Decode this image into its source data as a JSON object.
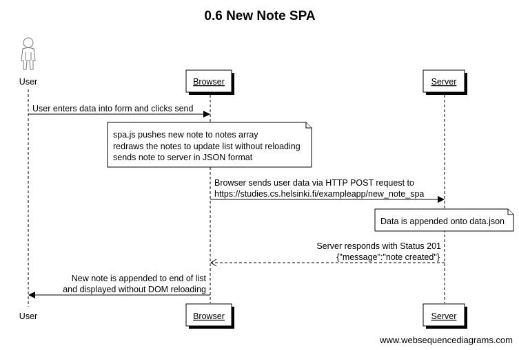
{
  "title": "0.6 New Note SPA",
  "participants": {
    "user": "User",
    "browser": "Browser",
    "server": "Server"
  },
  "messages": {
    "m1": "User enters data into form and clicks send",
    "note1": [
      "spa.js pushes new note to notes array",
      "redraws the notes to update list without reloading",
      "sends note to server in JSON format"
    ],
    "m2": [
      "Browser sends user data via HTTP POST request to",
      " https://studies.cs.helsinki.fi/exampleapp/new_note_spa"
    ],
    "note2": "Data is appended onto data.json",
    "m3": [
      "Server responds with Status 201",
      "{\"message\":\"note created\"}"
    ],
    "m4": [
      "New note is appended to end of list",
      "and displayed without DOM reloading"
    ]
  },
  "watermark": "www.websequencediagrams.com"
}
